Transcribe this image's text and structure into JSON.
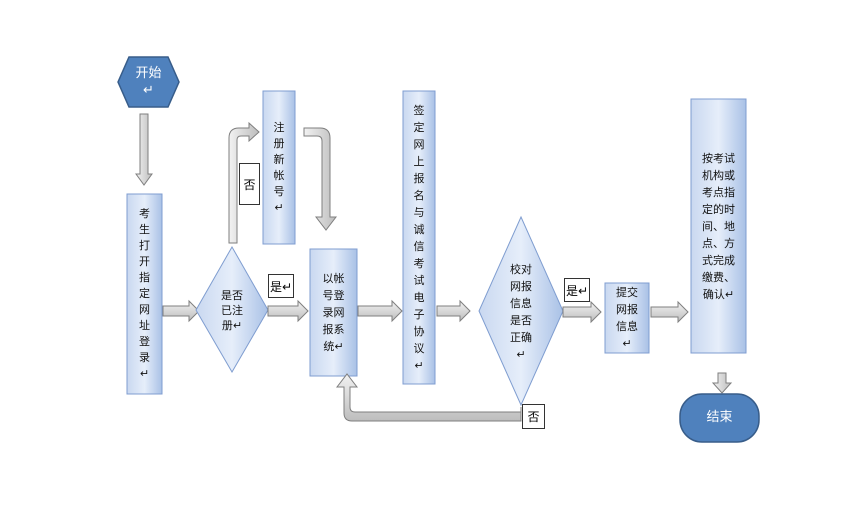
{
  "nodes": {
    "start": "开始↵",
    "open_site": "考生打开指定网址登录↵",
    "registered": "是否已注册↵",
    "register": "注册新帐号↵",
    "login": "以帐号登录网报系统↵",
    "sign": "签定网上报名与诚信考试电子协议↵",
    "check": "校对网报信息是否正确↵",
    "submit": "提交网报信息↵",
    "confirm": "按考试机构或考点指定的时间、地点、方式完成缴费、确认↵",
    "end": "结束"
  },
  "labels": {
    "no1": "否",
    "yes1": "是↵",
    "yes2": "是↵",
    "no2": "否"
  },
  "colors": {
    "terminal_fill": "#4f81bd",
    "terminal_stroke": "#385d8a",
    "box_fill_top": "#dce6f4",
    "box_fill_bottom": "#9bb7e0",
    "box_stroke": "#7f9dd0",
    "arrow_fill": "#c8c8c8",
    "arrow_stroke": "#7f7f7f"
  }
}
